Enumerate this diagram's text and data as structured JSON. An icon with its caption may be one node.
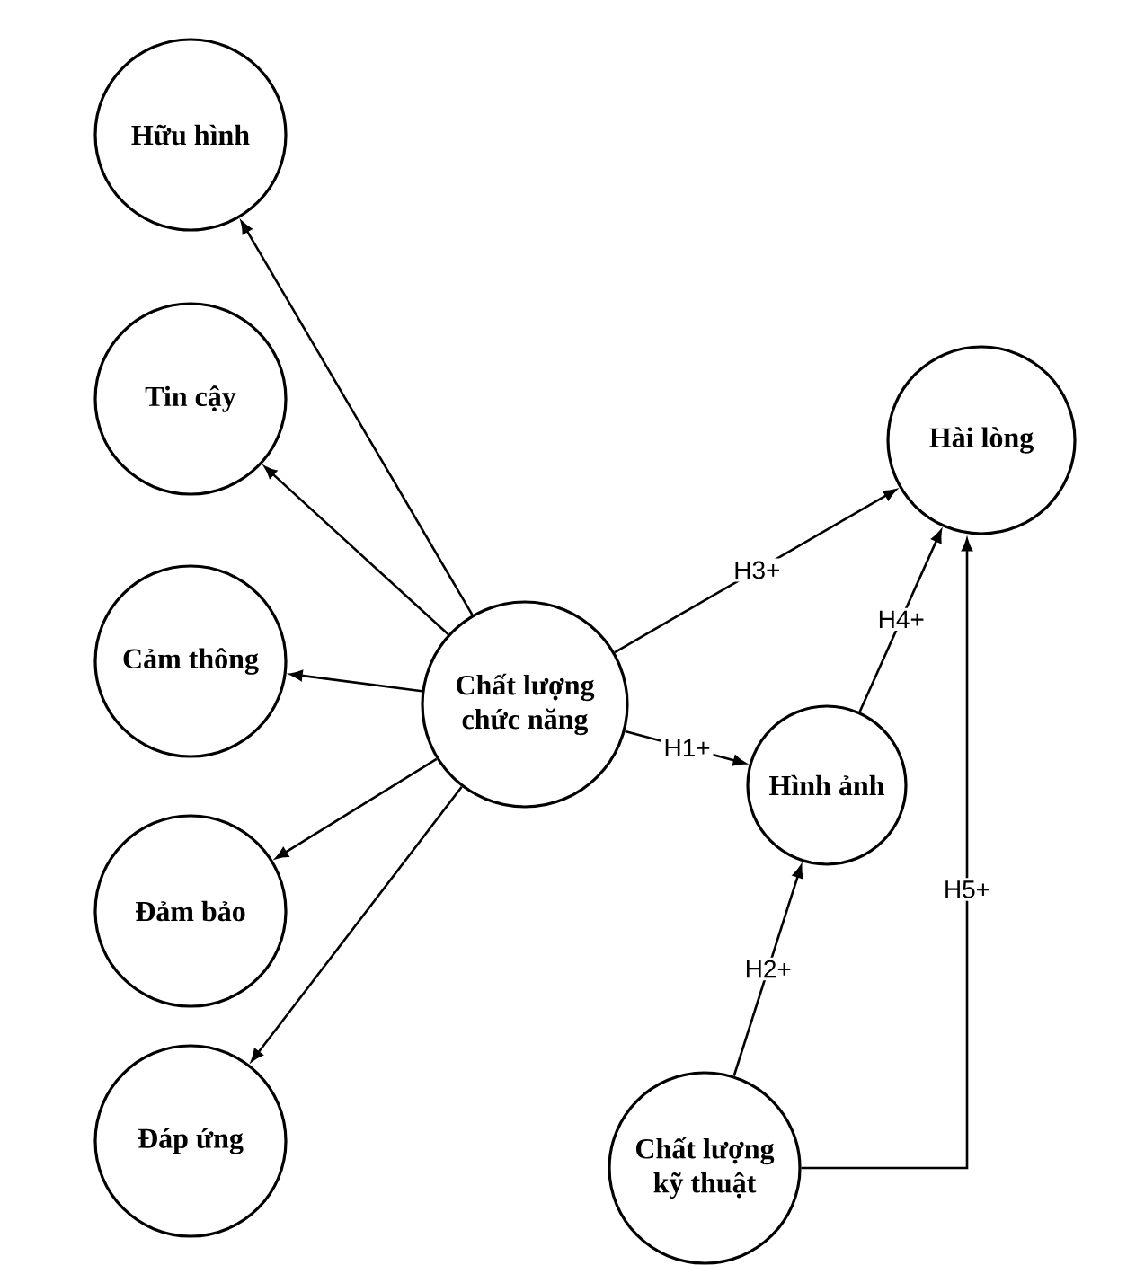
{
  "diagram": {
    "nodes": [
      {
        "text": [
          "Hữu hình"
        ]
      },
      {
        "text": [
          "Tin cậy"
        ]
      },
      {
        "text": [
          "Cảm thông"
        ]
      },
      {
        "text": [
          "Đảm bảo"
        ]
      },
      {
        "text": [
          "Đáp ứng"
        ]
      },
      {
        "text": [
          "Chất lượng chức năng"
        ]
      },
      {
        "text": [
          "Hài lòng"
        ]
      },
      {
        "text": [
          "Hình ảnh"
        ]
      },
      {
        "text": [
          "Chất lượng kỹ thuật"
        ]
      }
    ],
    "edges": [
      {
        "from": 5,
        "to": 0,
        "arrow": "to"
      },
      {
        "from": 5,
        "to": 1,
        "arrow": "to"
      },
      {
        "from": 5,
        "to": 2,
        "arrow": "to"
      },
      {
        "from": 5,
        "to": 3,
        "arrow": "to"
      },
      {
        "from": 5,
        "to": 4,
        "arrow": "to"
      },
      {
        "from": 5,
        "to": 6,
        "arrow": "to",
        "label": "H3+"
      },
      {
        "from": 5,
        "to": 7,
        "arrow": "to",
        "label": "H1+"
      },
      {
        "from": 8,
        "to": 7,
        "arrow": "to",
        "label": "H2+"
      },
      {
        "from": 7,
        "to": 6,
        "arrow": "to",
        "label": "H4+"
      },
      {
        "from": 8,
        "to": 6,
        "arrow": "to",
        "label": "H5+"
      }
    ]
  }
}
